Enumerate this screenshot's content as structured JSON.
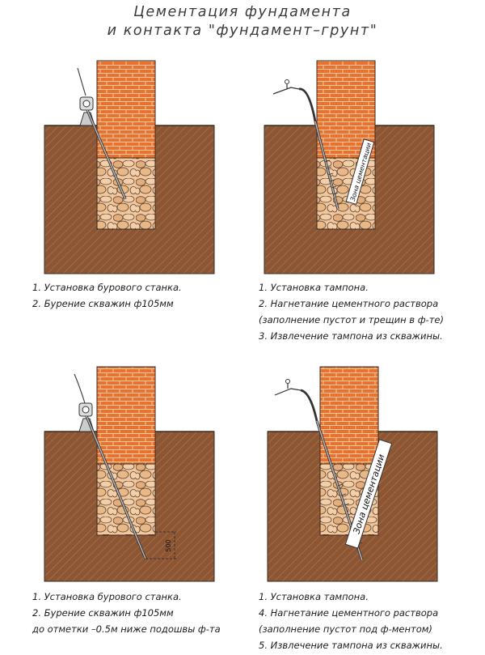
{
  "title": {
    "line1": "Цементация фундамента",
    "line2": "и контакта \"фундамент–грунт\""
  },
  "panels": [
    {
      "steps": [
        "1.  Установка бурового станка.",
        "2.  Бурение скважин ф105мм"
      ]
    },
    {
      "zone_label": "Зона цементации",
      "steps": [
        "1.  Установка тампона.",
        "2.  Нагнетание цементного раствора",
        "(заполнение пустот и трещин в ф-те)",
        "3.  Извлечение тампона из скважины."
      ]
    },
    {
      "depth_label": "500",
      "steps": [
        "1.  Установка бурового станка.",
        "2.  Бурение скважин ф105мм",
        "до отметки –0.5м ниже подошвы ф-та"
      ]
    },
    {
      "zone_label": "Зона цементации",
      "steps": [
        "1.  Установка тампона.",
        "4.  Нагнетание цементного раствора",
        "(заполнение пустот под ф-ментом)",
        "5.  Извлечение тампона из скважины."
      ]
    }
  ],
  "colors": {
    "soil": "#8c5634",
    "soil_hatch": "#b07a52",
    "brick": "#e8722e",
    "mortar": "#f4c9a6",
    "rubble": "#f0c79e",
    "rubble_stone": "#e3ae7c",
    "outline": "#3a2a20",
    "pipe": "#555555"
  }
}
